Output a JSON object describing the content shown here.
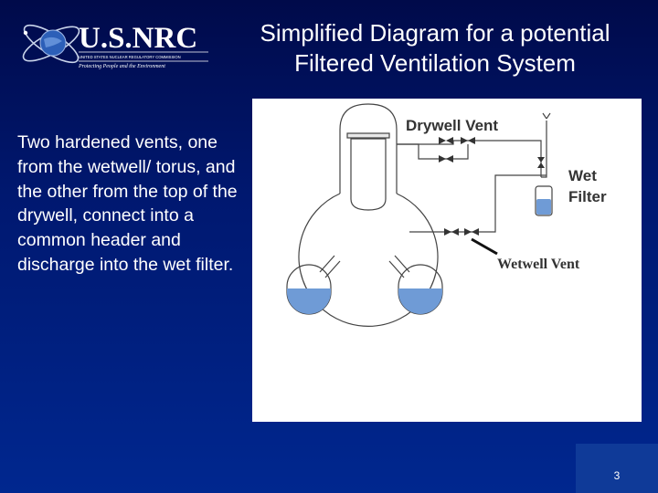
{
  "logo": {
    "wordmark": "U.S.NRC",
    "agency_line": "UNITED STATES NUCLEAR REGULATORY COMMISSION",
    "tagline": "Protecting People and the Environment"
  },
  "title": {
    "line1": "Simplified Diagram for a potential",
    "line2": "Filtered Ventilation System"
  },
  "body": {
    "text": "Two hardened vents, one from the wetwell/ torus, and the other from the top of the drywell, connect into a common header and discharge into the wet filter."
  },
  "diagram": {
    "labels": {
      "drywell_vent": "Drywell Vent",
      "wet": "Wet",
      "filter": "Filter",
      "wetwell_vent": "Wetwell Vent"
    }
  },
  "footer": {
    "slide_number": "3"
  },
  "colors": {
    "background_top": "#000a4a",
    "background_bottom": "#00278f",
    "water": "#6f9bd6",
    "text": "#ffffff"
  }
}
